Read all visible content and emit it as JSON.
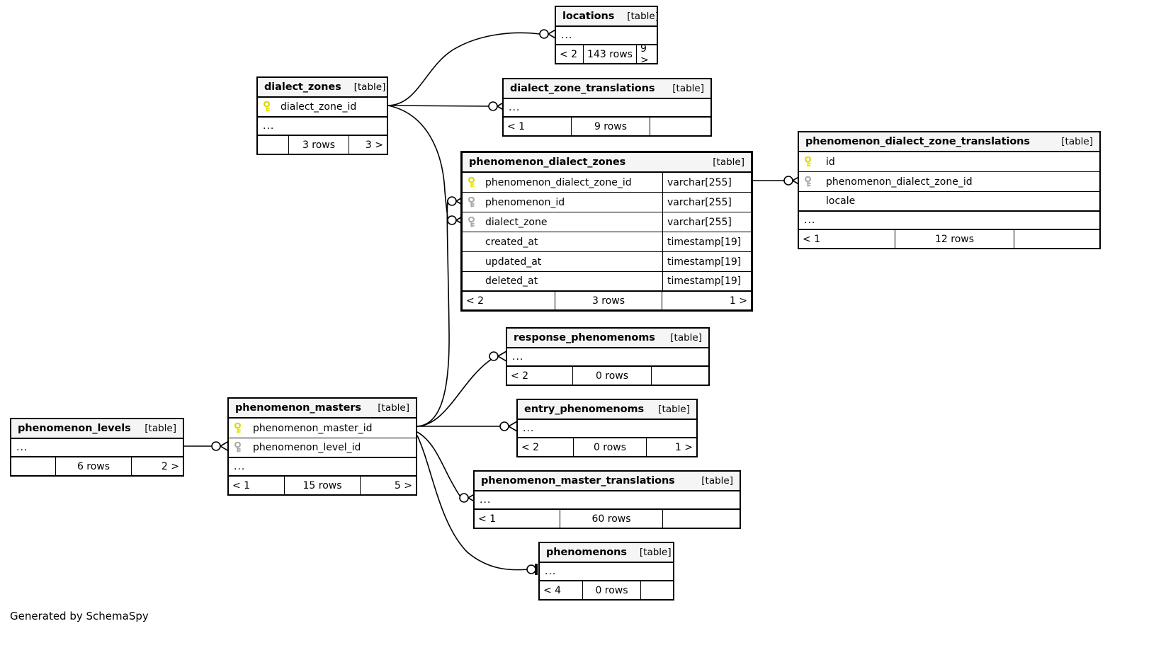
{
  "diagram": {
    "generator_note": "Generated by SchemaSpy",
    "table_tag": "[table]",
    "ellipsis": "...",
    "colors": {
      "header_bg": "#f5f5f5",
      "border": "#000000",
      "pk_key": "#e8e800",
      "fk_key": "#aaaaaa"
    }
  },
  "tables": [
    {
      "id": "locations",
      "name": "locations",
      "tag": "[table]",
      "columns": [],
      "has_ellipsis": true,
      "footer": {
        "left": "< 2",
        "mid": "143 rows",
        "right": "9 >"
      }
    },
    {
      "id": "dialect_zones",
      "name": "dialect_zones",
      "tag": "[table]",
      "columns": [
        {
          "key": "pk",
          "name": "dialect_zone_id",
          "type": ""
        }
      ],
      "has_ellipsis": true,
      "footer": {
        "left": "",
        "mid": "3 rows",
        "right": "3 >"
      }
    },
    {
      "id": "dialect_zone_translations",
      "name": "dialect_zone_translations",
      "tag": "[table]",
      "columns": [],
      "has_ellipsis": true,
      "footer": {
        "left": "< 1",
        "mid": "9 rows",
        "right": ""
      }
    },
    {
      "id": "phenomenon_dialect_zones",
      "name": "phenomenon_dialect_zones",
      "tag": "[table]",
      "columns": [
        {
          "key": "pk",
          "name": "phenomenon_dialect_zone_id",
          "type": "varchar[255]"
        },
        {
          "key": "fk",
          "name": "phenomenon_id",
          "type": "varchar[255]"
        },
        {
          "key": "fk",
          "name": "dialect_zone",
          "type": "varchar[255]"
        },
        {
          "key": "none",
          "name": "created_at",
          "type": "timestamp[19]"
        },
        {
          "key": "none",
          "name": "updated_at",
          "type": "timestamp[19]"
        },
        {
          "key": "none",
          "name": "deleted_at",
          "type": "timestamp[19]"
        }
      ],
      "has_ellipsis": false,
      "footer": {
        "left": "< 2",
        "mid": "3 rows",
        "right": "1 >"
      }
    },
    {
      "id": "phenomenon_dialect_zone_translations",
      "name": "phenomenon_dialect_zone_translations",
      "tag": "[table]",
      "columns": [
        {
          "key": "pk",
          "name": "id",
          "type": ""
        },
        {
          "key": "fk",
          "name": "phenomenon_dialect_zone_id",
          "type": ""
        },
        {
          "key": "none",
          "name": "locale",
          "type": ""
        }
      ],
      "has_ellipsis": true,
      "footer": {
        "left": "< 1",
        "mid": "12 rows",
        "right": ""
      }
    },
    {
      "id": "response_phenomenoms",
      "name": "response_phenomenoms",
      "tag": "[table]",
      "columns": [],
      "has_ellipsis": true,
      "footer": {
        "left": "< 2",
        "mid": "0 rows",
        "right": ""
      }
    },
    {
      "id": "entry_phenomenoms",
      "name": "entry_phenomenoms",
      "tag": "[table]",
      "columns": [],
      "has_ellipsis": true,
      "footer": {
        "left": "< 2",
        "mid": "0 rows",
        "right": "1 >"
      }
    },
    {
      "id": "phenomenon_master_translations",
      "name": "phenomenon_master_translations",
      "tag": "[table]",
      "columns": [],
      "has_ellipsis": true,
      "footer": {
        "left": "< 1",
        "mid": "60 rows",
        "right": ""
      }
    },
    {
      "id": "phenomenons",
      "name": "phenomenons",
      "tag": "[table]",
      "columns": [],
      "has_ellipsis": true,
      "footer": {
        "left": "< 4",
        "mid": "0 rows",
        "right": ""
      }
    },
    {
      "id": "phenomenon_masters",
      "name": "phenomenon_masters",
      "tag": "[table]",
      "columns": [
        {
          "key": "pk",
          "name": "phenomenon_master_id",
          "type": ""
        },
        {
          "key": "fk",
          "name": "phenomenon_level_id",
          "type": ""
        }
      ],
      "has_ellipsis": true,
      "footer": {
        "left": "< 1",
        "mid": "15 rows",
        "right": "5 >"
      }
    },
    {
      "id": "phenomenon_levels",
      "name": "phenomenon_levels",
      "tag": "[table]",
      "columns": [],
      "has_ellipsis": true,
      "footer": {
        "left": "",
        "mid": "6 rows",
        "right": "2 >"
      }
    }
  ]
}
